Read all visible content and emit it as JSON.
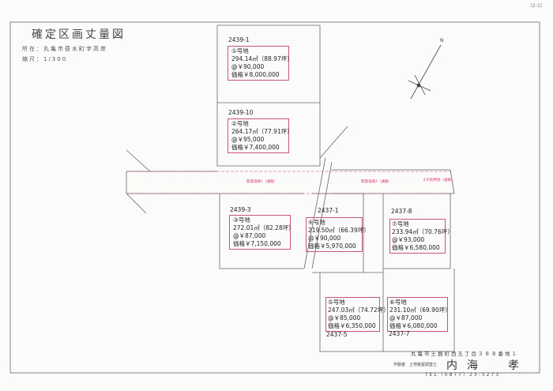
{
  "page_number": "(2-1)",
  "header": {
    "title": "確定区画丈量図",
    "location": "所在：丸亀市昼水町字高岸",
    "scale": "縮尺：1/300"
  },
  "lots": [
    {
      "parcel": "2439-1",
      "name": "①号地",
      "area": "294.14㎡（88.97坪）",
      "unit_price": "@￥90,000",
      "price": "価格￥8,000,000"
    },
    {
      "parcel": "2439-10",
      "name": "②号地",
      "area": "264.17㎡（77.91坪）",
      "unit_price": "@￥95,000",
      "price": "価格￥7,400,000"
    },
    {
      "parcel": "2439-3",
      "name": "③号地",
      "area": "272.01㎡（82.28坪）",
      "unit_price": "@￥87,000",
      "price": "価格￥7,150,000"
    },
    {
      "parcel": "2437-1",
      "name": "④号地",
      "area": "219.50㎡（66.39坪）",
      "unit_price": "@￥90,000",
      "price": "価格￥5,970,000"
    },
    {
      "parcel": "2437-5",
      "name": "⑤号地",
      "area": "247.03㎡（74.72坪）",
      "unit_price": "@￥85,000",
      "price": "価格￥6,350,000"
    },
    {
      "parcel": "2437-7",
      "name": "⑥号地",
      "area": "231.10㎡（69.90坪）",
      "unit_price": "@￥87,000",
      "price": "価格￥6,080,000"
    },
    {
      "parcel": "2437-8",
      "name": "⑦号地",
      "area": "233.94㎡（70.76坪）",
      "unit_price": "@￥93,000",
      "price": "価格￥6,580,000"
    }
  ],
  "roads": {
    "road1": "開発道路1（通路）",
    "road2": "開発道路2（通路）",
    "other": "その他用地（通路）"
  },
  "north": "N",
  "footer": {
    "address": "丸亀市土器町西五丁目３８８番地１",
    "author_label": "作製者　土地家屋調査士",
    "author_name": "内海　孝",
    "tel": "TEL（0877）23-5273"
  }
}
